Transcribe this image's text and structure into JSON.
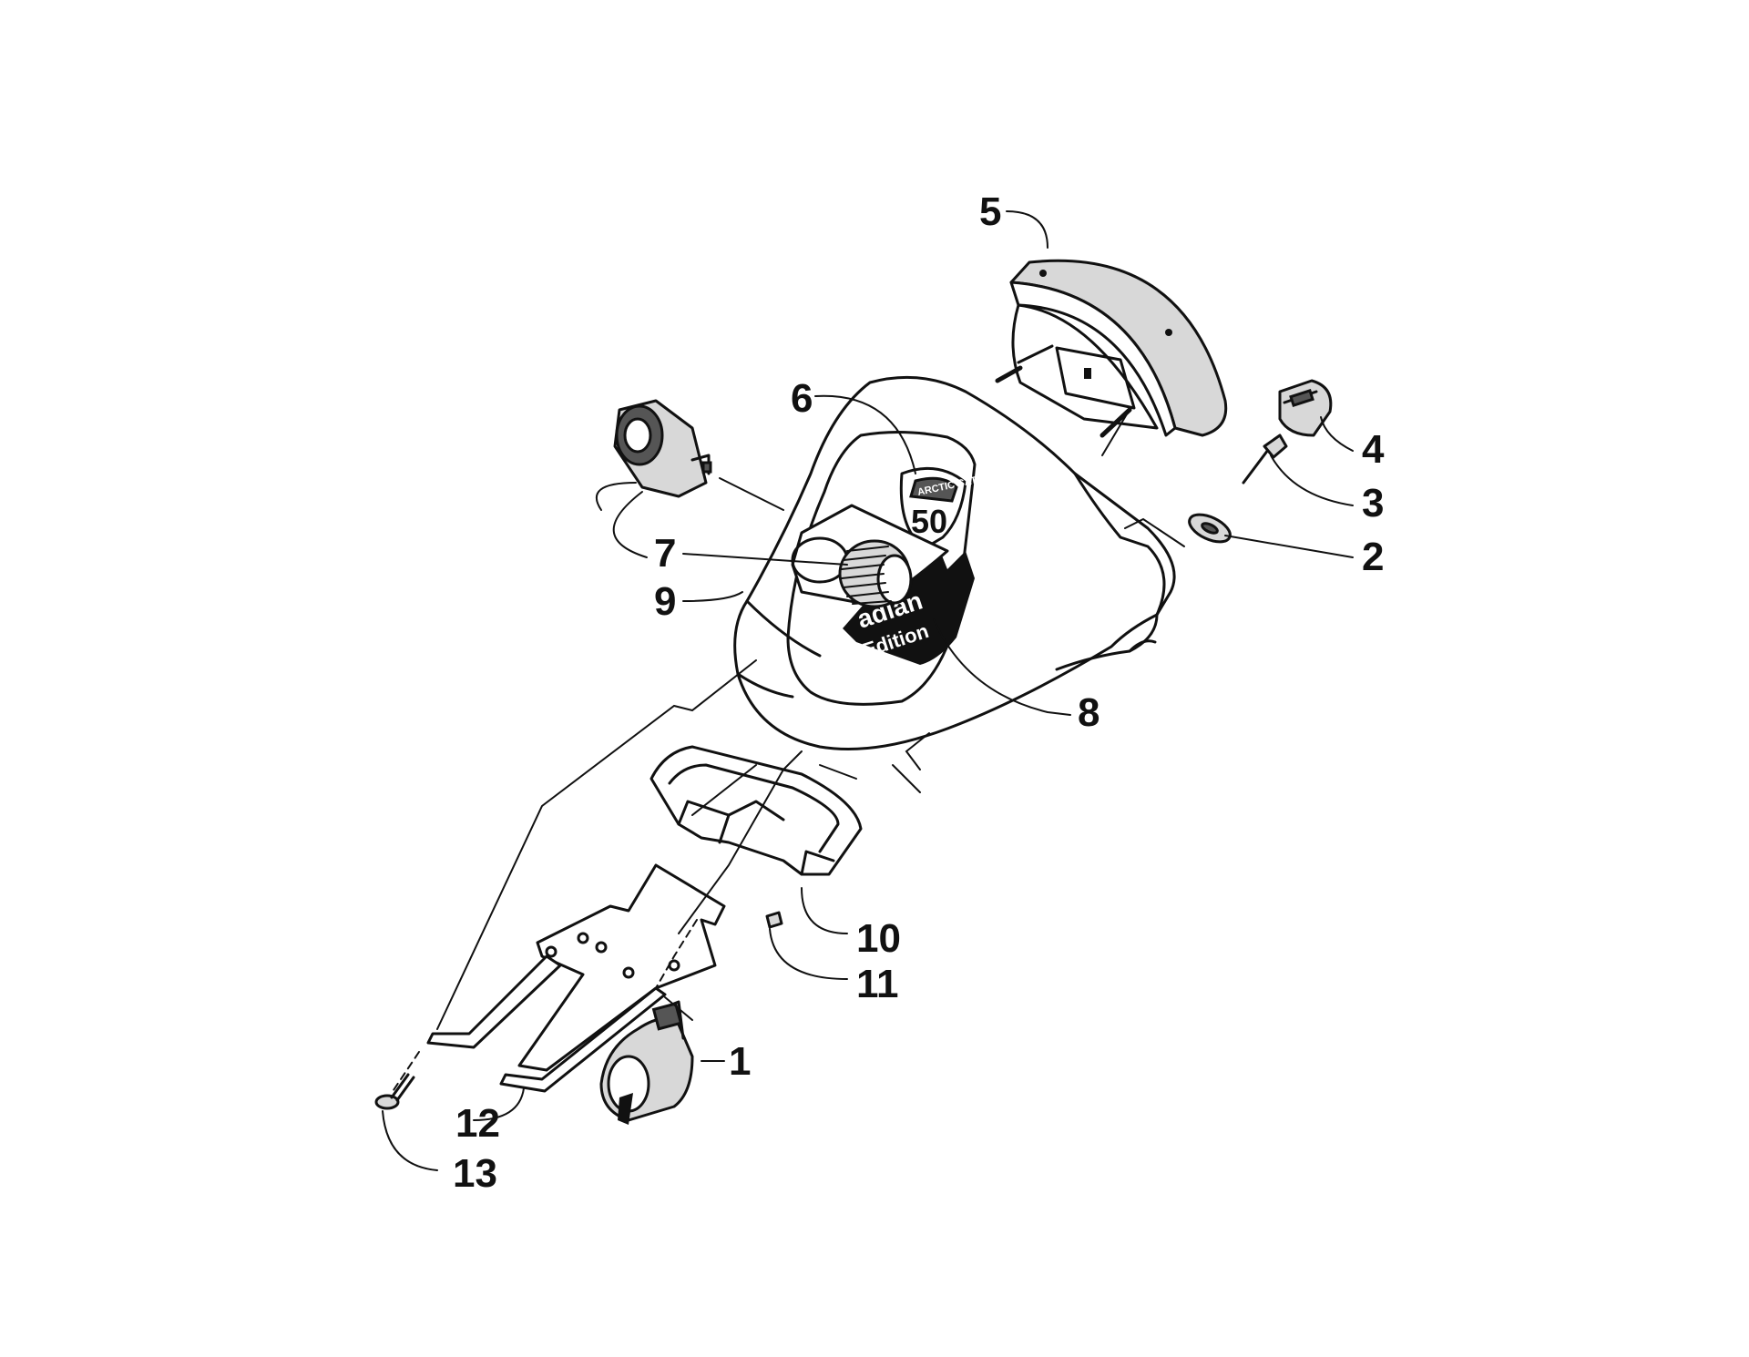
{
  "callouts": {
    "c1": "1",
    "c2": "2",
    "c3": "3",
    "c4": "4",
    "c5": "5",
    "c6": "6",
    "c7": "7",
    "c8": "8",
    "c9": "9",
    "c10": "10",
    "c11": "11",
    "c12": "12",
    "c13": "13"
  },
  "decal": {
    "brand": "ARCTIC CAT",
    "number": "50",
    "line1": "adian",
    "line2": "Edition"
  },
  "colors": {
    "ink": "#111111",
    "paper": "#ffffff",
    "shade": "#d8d8d8"
  }
}
